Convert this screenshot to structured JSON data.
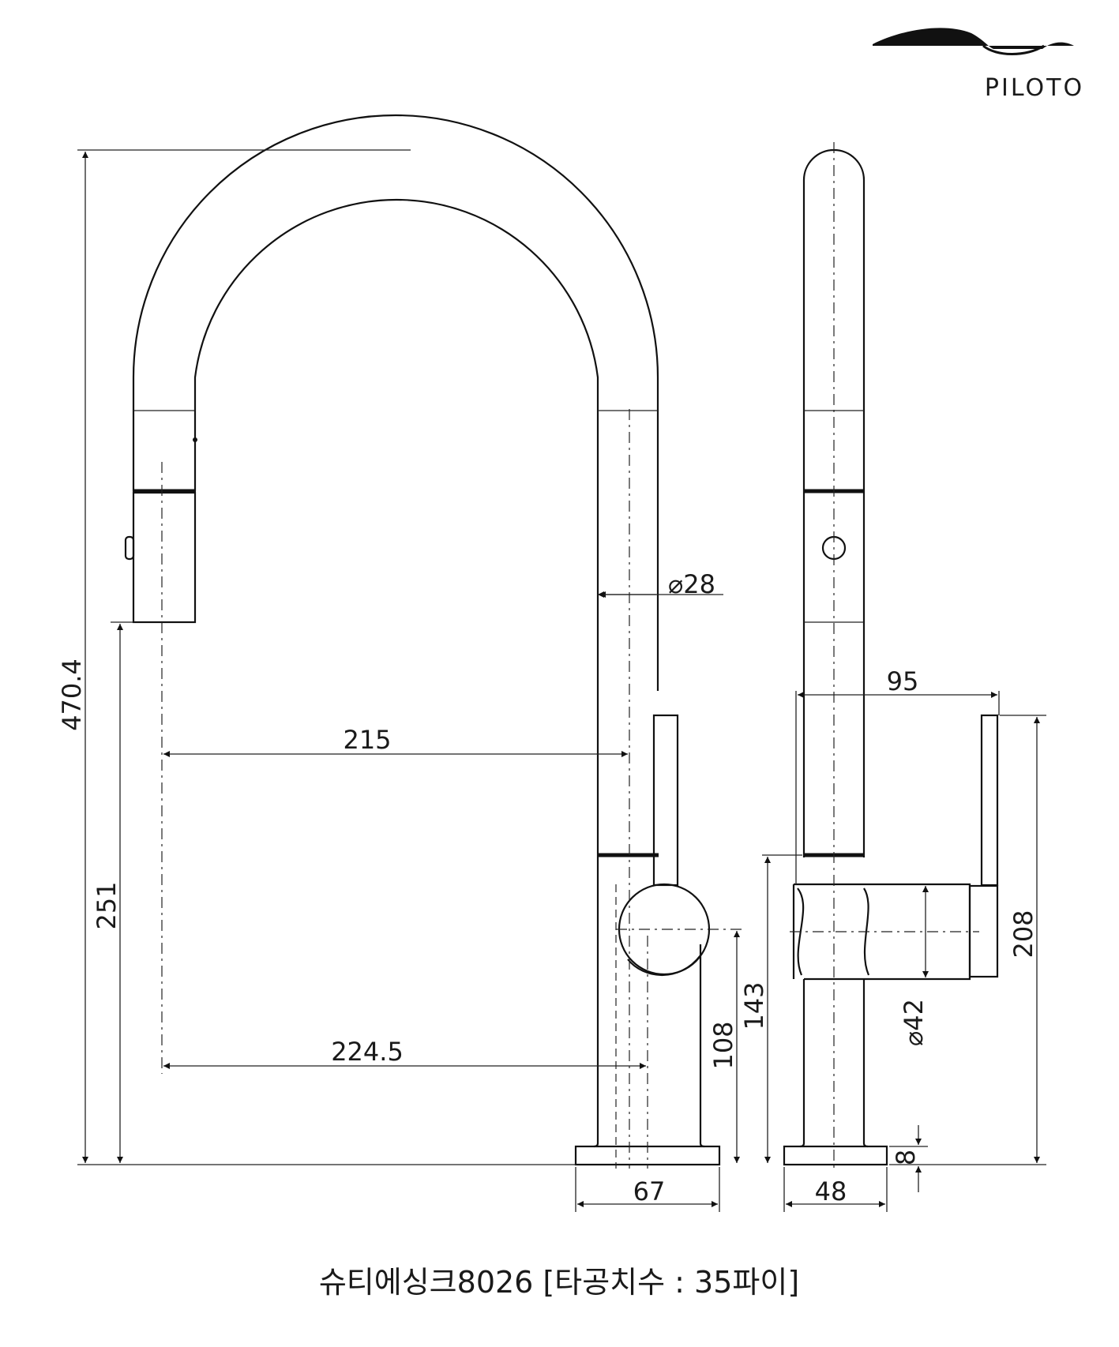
{
  "brand": {
    "name": "PILOTO",
    "logo": "piloto-wave-logo"
  },
  "caption": "슈티에싱크8026 [타공치수 : 35파이]",
  "dimensions": {
    "total_height": "470.4",
    "spout_outlet_height": "251",
    "reach_upper": "215",
    "reach_lower": "224.5",
    "pipe_diameter": "⌀28",
    "base_width_front": "67",
    "base_width_side": "48",
    "handle_depth": "95",
    "handle_height": "208",
    "body_height": "143",
    "handle_center_height": "108",
    "body_diameter": "⌀42",
    "base_thickness": "8"
  },
  "colors": {
    "line": "#111111",
    "background": "#ffffff"
  }
}
